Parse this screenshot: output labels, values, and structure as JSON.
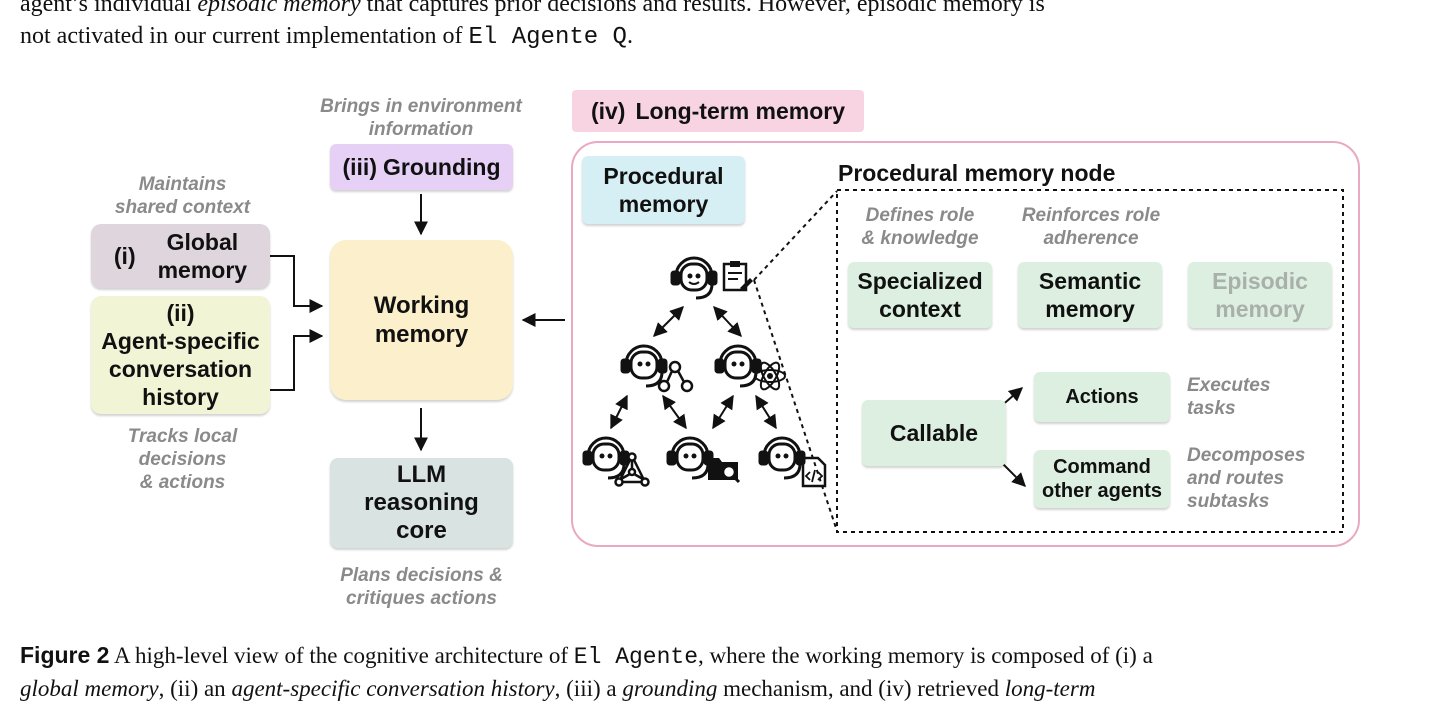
{
  "intro": {
    "line1_a": "agent’s individual ",
    "line1_em": "episodic memory",
    "line1_b": " that captures prior decisions and results. However, episodic memory is",
    "line2_a": "not activated in our current implementation of ",
    "line2_code": "El Agente Q",
    "line2_b": "."
  },
  "diagram": {
    "global_note": [
      "Maintains",
      "shared context"
    ],
    "global_num": "(i)",
    "global_label": [
      "Global",
      "memory"
    ],
    "agent_num": "(ii)",
    "agent_label": [
      "Agent-specific",
      "conversation",
      "history"
    ],
    "agent_note": [
      "Tracks local",
      "decisions",
      "& actions"
    ],
    "grounding_note": [
      "Brings in environment",
      "information"
    ],
    "grounding_num": "(iii)",
    "grounding_label": "Grounding",
    "working_label": [
      "Working",
      "memory"
    ],
    "llm_label": [
      "LLM",
      "reasoning",
      "core"
    ],
    "llm_note": [
      "Plans decisions &",
      "critiques actions"
    ],
    "ltm_title_num": "(iv)",
    "ltm_title": "Long-term memory",
    "procedural_label": [
      "Procedural",
      "memory"
    ],
    "node_title": "Procedural memory node",
    "specialized_note": [
      "Defines role",
      "& knowledge"
    ],
    "specialized_label": [
      "Specialized",
      "context"
    ],
    "semantic_note": [
      "Reinforces role",
      "adherence"
    ],
    "semantic_label": [
      "Semantic",
      "memory"
    ],
    "episodic_label": [
      "Episodic",
      "memory"
    ],
    "callable_label": "Callable",
    "actions_label": "Actions",
    "actions_note": [
      "Executes",
      "tasks"
    ],
    "command_label": [
      "Command",
      "other agents"
    ],
    "command_note": [
      "Decomposes",
      "and routes",
      "subtasks"
    ]
  },
  "caption": {
    "fig": "Figure 2",
    "t1": "  A high-level view of the cognitive architecture of ",
    "code": "El Agente",
    "t2": ", where the working memory is composed of (i) a",
    "em1": "global memory",
    "t3": ", (ii) an ",
    "em2": "agent-specific conversation history",
    "t4": ", (iii) a ",
    "em3": "grounding",
    "t5": " mechanism, and (iv) retrieved ",
    "em4": "long-term"
  },
  "colors": {
    "global": "#ded6dc",
    "agent": "#f2f4d6",
    "grounding": "#e6d0f6",
    "working": "#fbefcc",
    "llm": "#d8e3e2",
    "ltm_title": "#f8d4e3",
    "ltm_border": "#e9a9c2",
    "procedural": "#d6eff4",
    "node_boxes": "#dcefe0",
    "episodic_text": "#a9b0a9",
    "note_text": "#8a8a8a"
  },
  "icons": [
    "agent-icon",
    "clipboard-icon",
    "graph-icon",
    "atom-icon",
    "network-icon",
    "folder-search-icon",
    "code-file-icon"
  ]
}
